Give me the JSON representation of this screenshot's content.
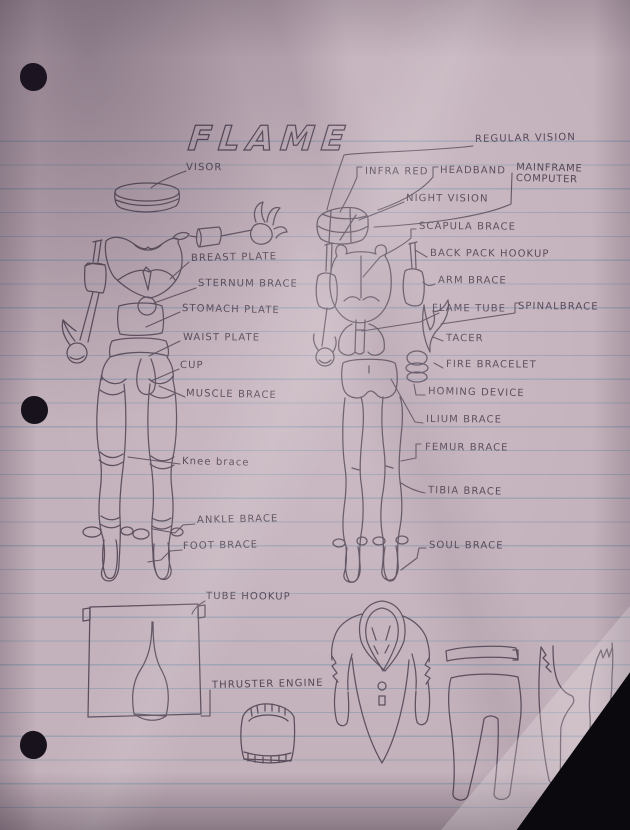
{
  "page": {
    "title": "FLAME"
  },
  "labels": {
    "front": {
      "visor": "VISOR",
      "breast_plate": "BREAST PLATE",
      "sternum_brace": "STERNUM BRACE",
      "stomach_plate": "STOMACH PLATE",
      "waist_plate": "WAIST PLATE",
      "cup": "CUP",
      "muscle_brace": "MUSCLE BRACE",
      "knee_brace": "Knee brace",
      "ankle_brace": "ANKLE BRACE",
      "foot_brace": "FOOT BRACE"
    },
    "back": {
      "regular_vision": "REGULAR VISION",
      "infra_red": "INFRA RED",
      "headband": "HEADBAND",
      "mainframe_computer": "MAINFRAME\nCOMPUTER",
      "night_vision": "NIGHT VISION",
      "scapula_brace": "SCAPULA BRACE",
      "back_pack_hookup": "BACK PACK HOOKUP",
      "arm_brace": "ARM BRACE",
      "flame_tube": "FLAME TUBE",
      "spinal_brace": "SPINALBRACE",
      "tacer": "TACER",
      "fire_bracelet": "FIRE BRACELET",
      "homing_device": "HOMING DEVICE",
      "ilium_brace": "ILIUM BRACE",
      "femur_brace": "FEMUR BRACE",
      "tibia_brace": "TIBIA BRACE",
      "soul_brace": "SOUL BRACE"
    },
    "bottom": {
      "tube_hookup": "TUBE HOOKUP",
      "thruster_engine": "THRUSTER ENGINE"
    }
  },
  "colors": {
    "paper": "#c3b1bb",
    "pencil": "#5a4d5c",
    "ruled_line": "#688aa4",
    "hole_punch": "#17121b",
    "corner_shadow": "#0b080e"
  }
}
